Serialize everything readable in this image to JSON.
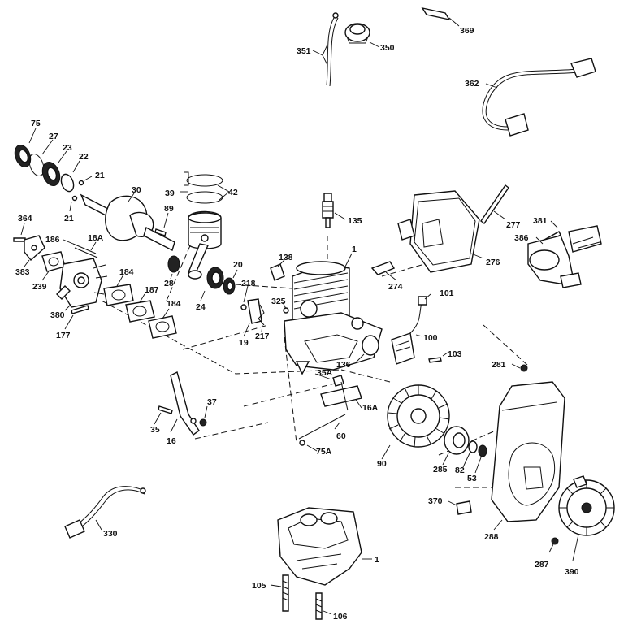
{
  "labels": {
    "l_369": "369",
    "l_351": "351",
    "l_350": "350",
    "l_362": "362",
    "l_75": "75",
    "l_27": "27",
    "l_23": "23",
    "l_22": "22",
    "l_21a": "21",
    "l_21b": "21",
    "l_30": "30",
    "l_39": "39",
    "l_42": "42",
    "l_89": "89",
    "l_135": "135",
    "l_277": "277",
    "l_276": "276",
    "l_381": "381",
    "l_386": "386",
    "l_364": "364",
    "l_186": "186",
    "l_18a": "18A",
    "l_383": "383",
    "l_239": "239",
    "l_184a": "184",
    "l_28": "28",
    "l_20": "20",
    "l_138": "138",
    "l_1a": "1",
    "l_274": "274",
    "l_101": "101",
    "l_218": "218",
    "l_325": "325",
    "l_24": "24",
    "l_187": "187",
    "l_184b": "184",
    "l_380": "380",
    "l_177": "177",
    "l_19": "19",
    "l_217": "217",
    "l_100": "100",
    "l_103": "103",
    "l_136": "136",
    "l_281": "281",
    "l_35a": "35A",
    "l_16a": "16A",
    "l_37": "37",
    "l_35": "35",
    "l_16": "16",
    "l_60": "60",
    "l_75a": "75A",
    "l_90": "90",
    "l_285": "285",
    "l_82": "82",
    "l_53": "53",
    "l_370": "370",
    "l_330": "330",
    "l_288": "288",
    "l_287": "287",
    "l_390": "390",
    "l_1b": "1",
    "l_105": "105",
    "l_106": "106"
  }
}
